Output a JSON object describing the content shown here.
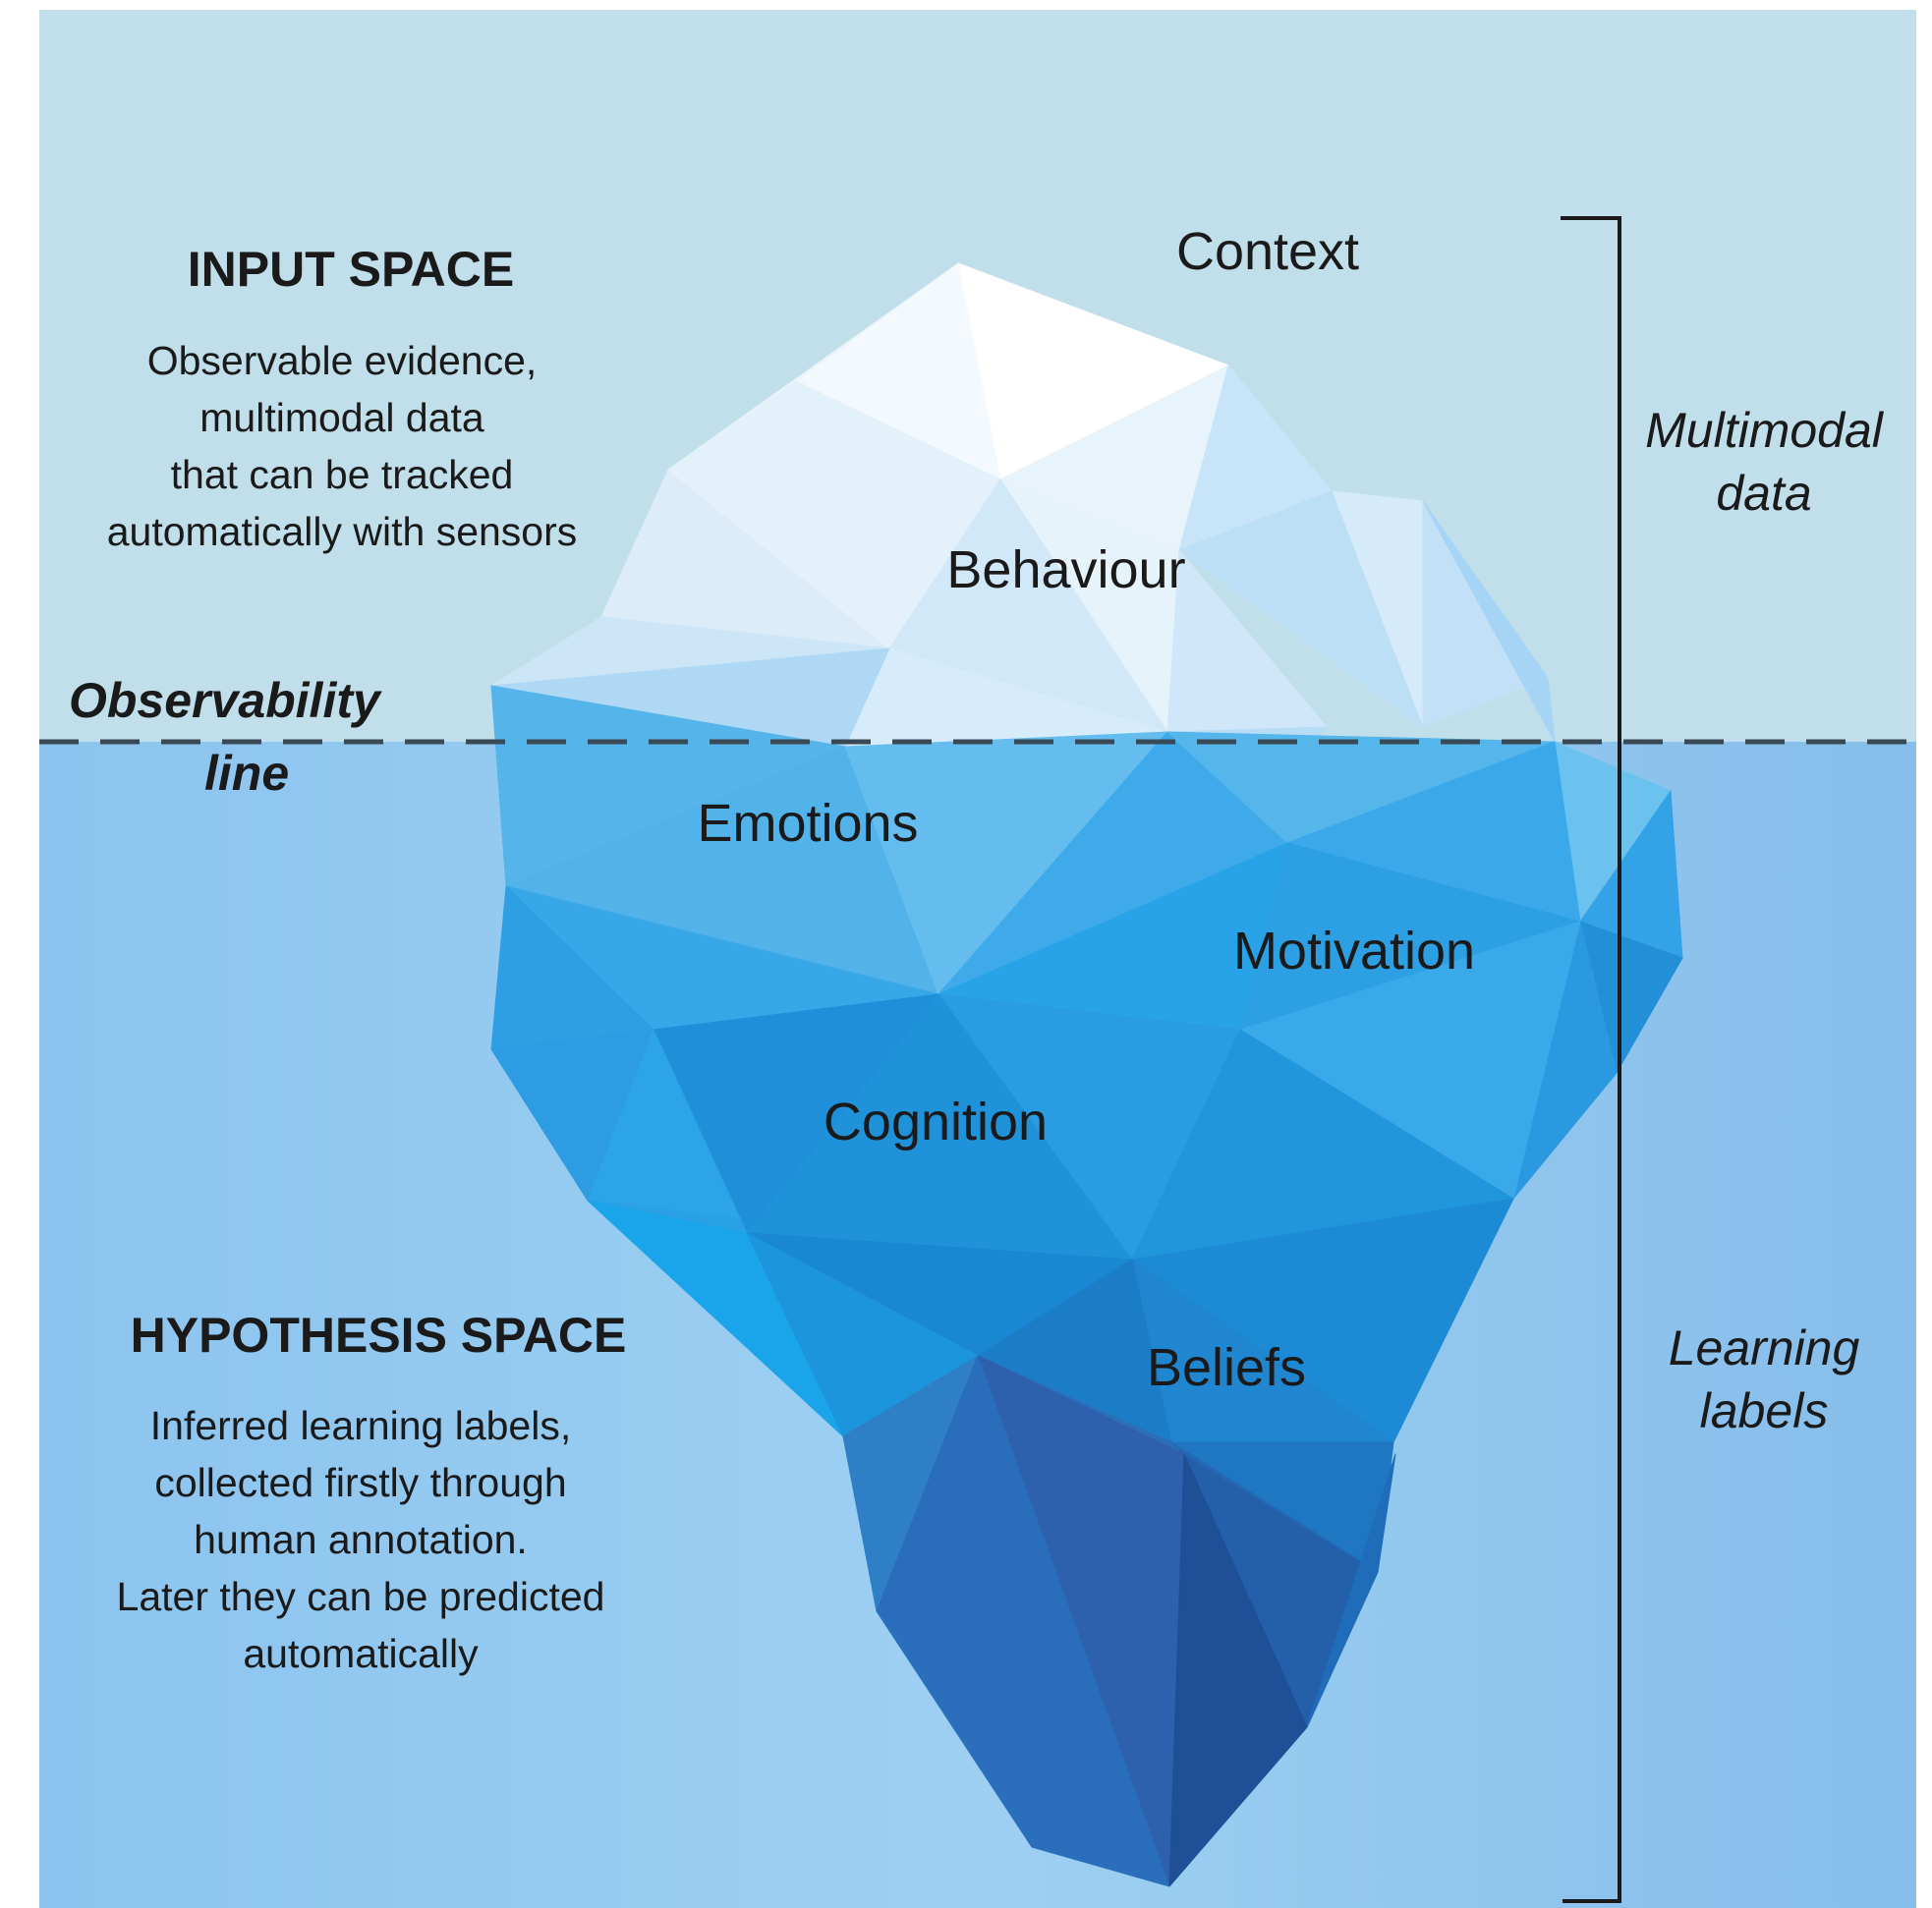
{
  "input_space": {
    "title": "INPUT SPACE",
    "lines": [
      "Observable evidence,",
      "multimodal data",
      "that can be tracked",
      "automatically with sensors"
    ]
  },
  "hypothesis_space": {
    "title": "HYPOTHESIS SPACE",
    "lines": [
      "Inferred learning labels,",
      "collected firstly through",
      "human annotation.",
      "Later they can be predicted",
      "automatically"
    ]
  },
  "observability_line": {
    "line1": "Observability",
    "line2": "line"
  },
  "layers": {
    "context": "Context",
    "behaviour": "Behaviour",
    "emotions": "Emotions",
    "motivation": "Motivation",
    "cognition": "Cognition",
    "beliefs": "Beliefs"
  },
  "brackets": {
    "upper": [
      "Multimodal",
      "data"
    ],
    "lower": [
      "Learning",
      "labels"
    ]
  },
  "colors": {
    "sky": "#c0dfea",
    "water": "#8ec5ed",
    "ice_light": "#e6f3fb",
    "ice_mid": "#38aceb",
    "ice_deep": "#1f63b3",
    "text": "#1a1a1a"
  }
}
